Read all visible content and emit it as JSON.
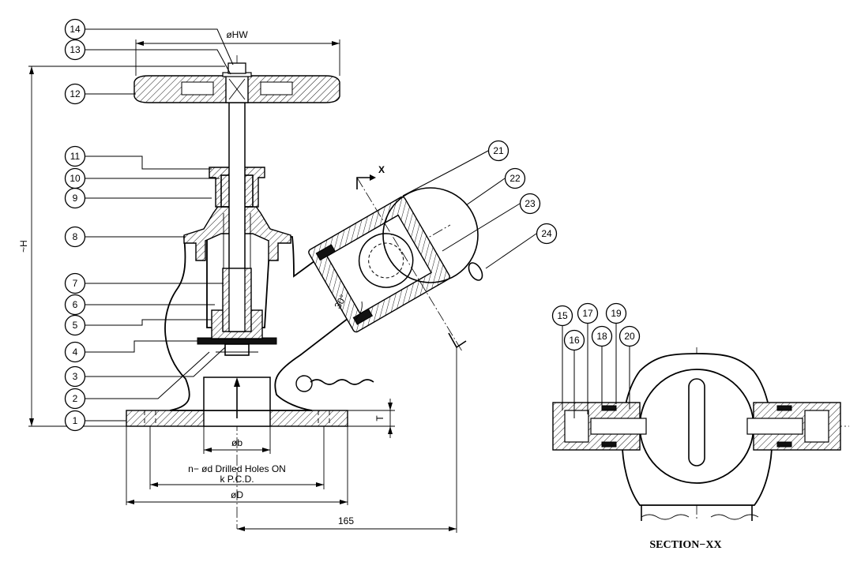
{
  "balloons": [
    {
      "id": "b1",
      "label": "1"
    },
    {
      "id": "b2",
      "label": "2"
    },
    {
      "id": "b3",
      "label": "3"
    },
    {
      "id": "b4",
      "label": "4"
    },
    {
      "id": "b5",
      "label": "5"
    },
    {
      "id": "b6",
      "label": "6"
    },
    {
      "id": "b7",
      "label": "7"
    },
    {
      "id": "b8",
      "label": "8"
    },
    {
      "id": "b9",
      "label": "9"
    },
    {
      "id": "b10",
      "label": "10"
    },
    {
      "id": "b11",
      "label": "11"
    },
    {
      "id": "b12",
      "label": "12"
    },
    {
      "id": "b13",
      "label": "13"
    },
    {
      "id": "b14",
      "label": "14"
    },
    {
      "id": "b15",
      "label": "15"
    },
    {
      "id": "b16",
      "label": "16"
    },
    {
      "id": "b17",
      "label": "17"
    },
    {
      "id": "b18",
      "label": "18"
    },
    {
      "id": "b19",
      "label": "19"
    },
    {
      "id": "b20",
      "label": "20"
    },
    {
      "id": "b21",
      "label": "21"
    },
    {
      "id": "b22",
      "label": "22"
    },
    {
      "id": "b23",
      "label": "23"
    },
    {
      "id": "b24",
      "label": "24"
    }
  ],
  "dimensions": {
    "handwheel_dia": "øHW",
    "height": "~H",
    "bore_dia": "øb",
    "holes_note_line1": "n− ød Drilled Holes ON",
    "holes_note_line2": "k P.C.D.",
    "flange_dia": "øD",
    "flange_thickness": "T",
    "offset": "165",
    "angle": "30°"
  },
  "section_marker": "X",
  "section_title": "SECTION−XX"
}
